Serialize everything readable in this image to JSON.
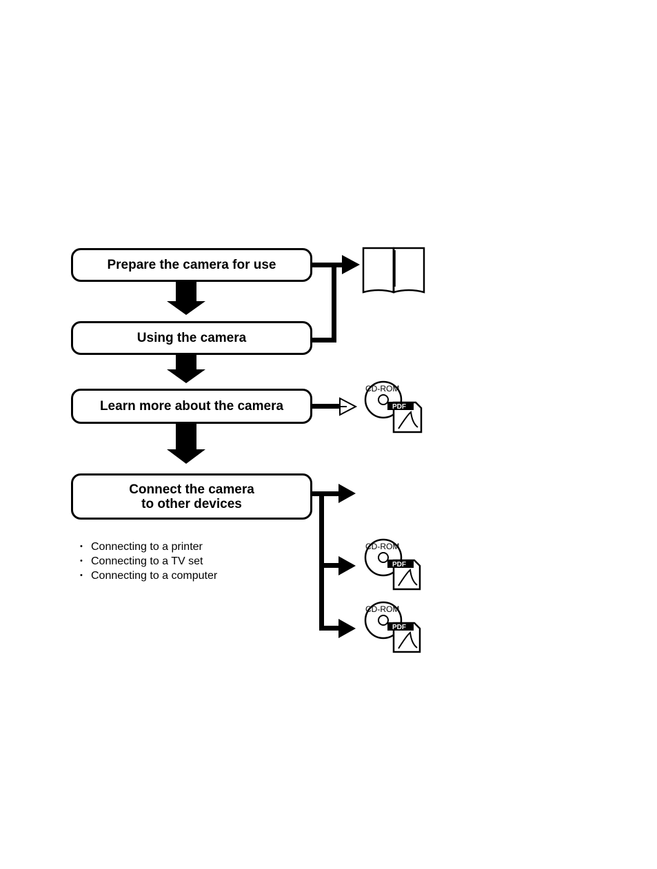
{
  "steps": [
    "Prepare the camera for use",
    "Using the camera",
    "Learn more about the camera",
    "Connect the camera",
    "to other devices"
  ],
  "connect_items": [
    "Connecting to a printer",
    "Connecting to a TV set",
    "Connecting to a computer"
  ],
  "cdrom_label": "CD-ROM",
  "pdf_label": "PDF",
  "icons": [
    "manual-book-icon",
    "cd-rom-pdf-icon"
  ]
}
